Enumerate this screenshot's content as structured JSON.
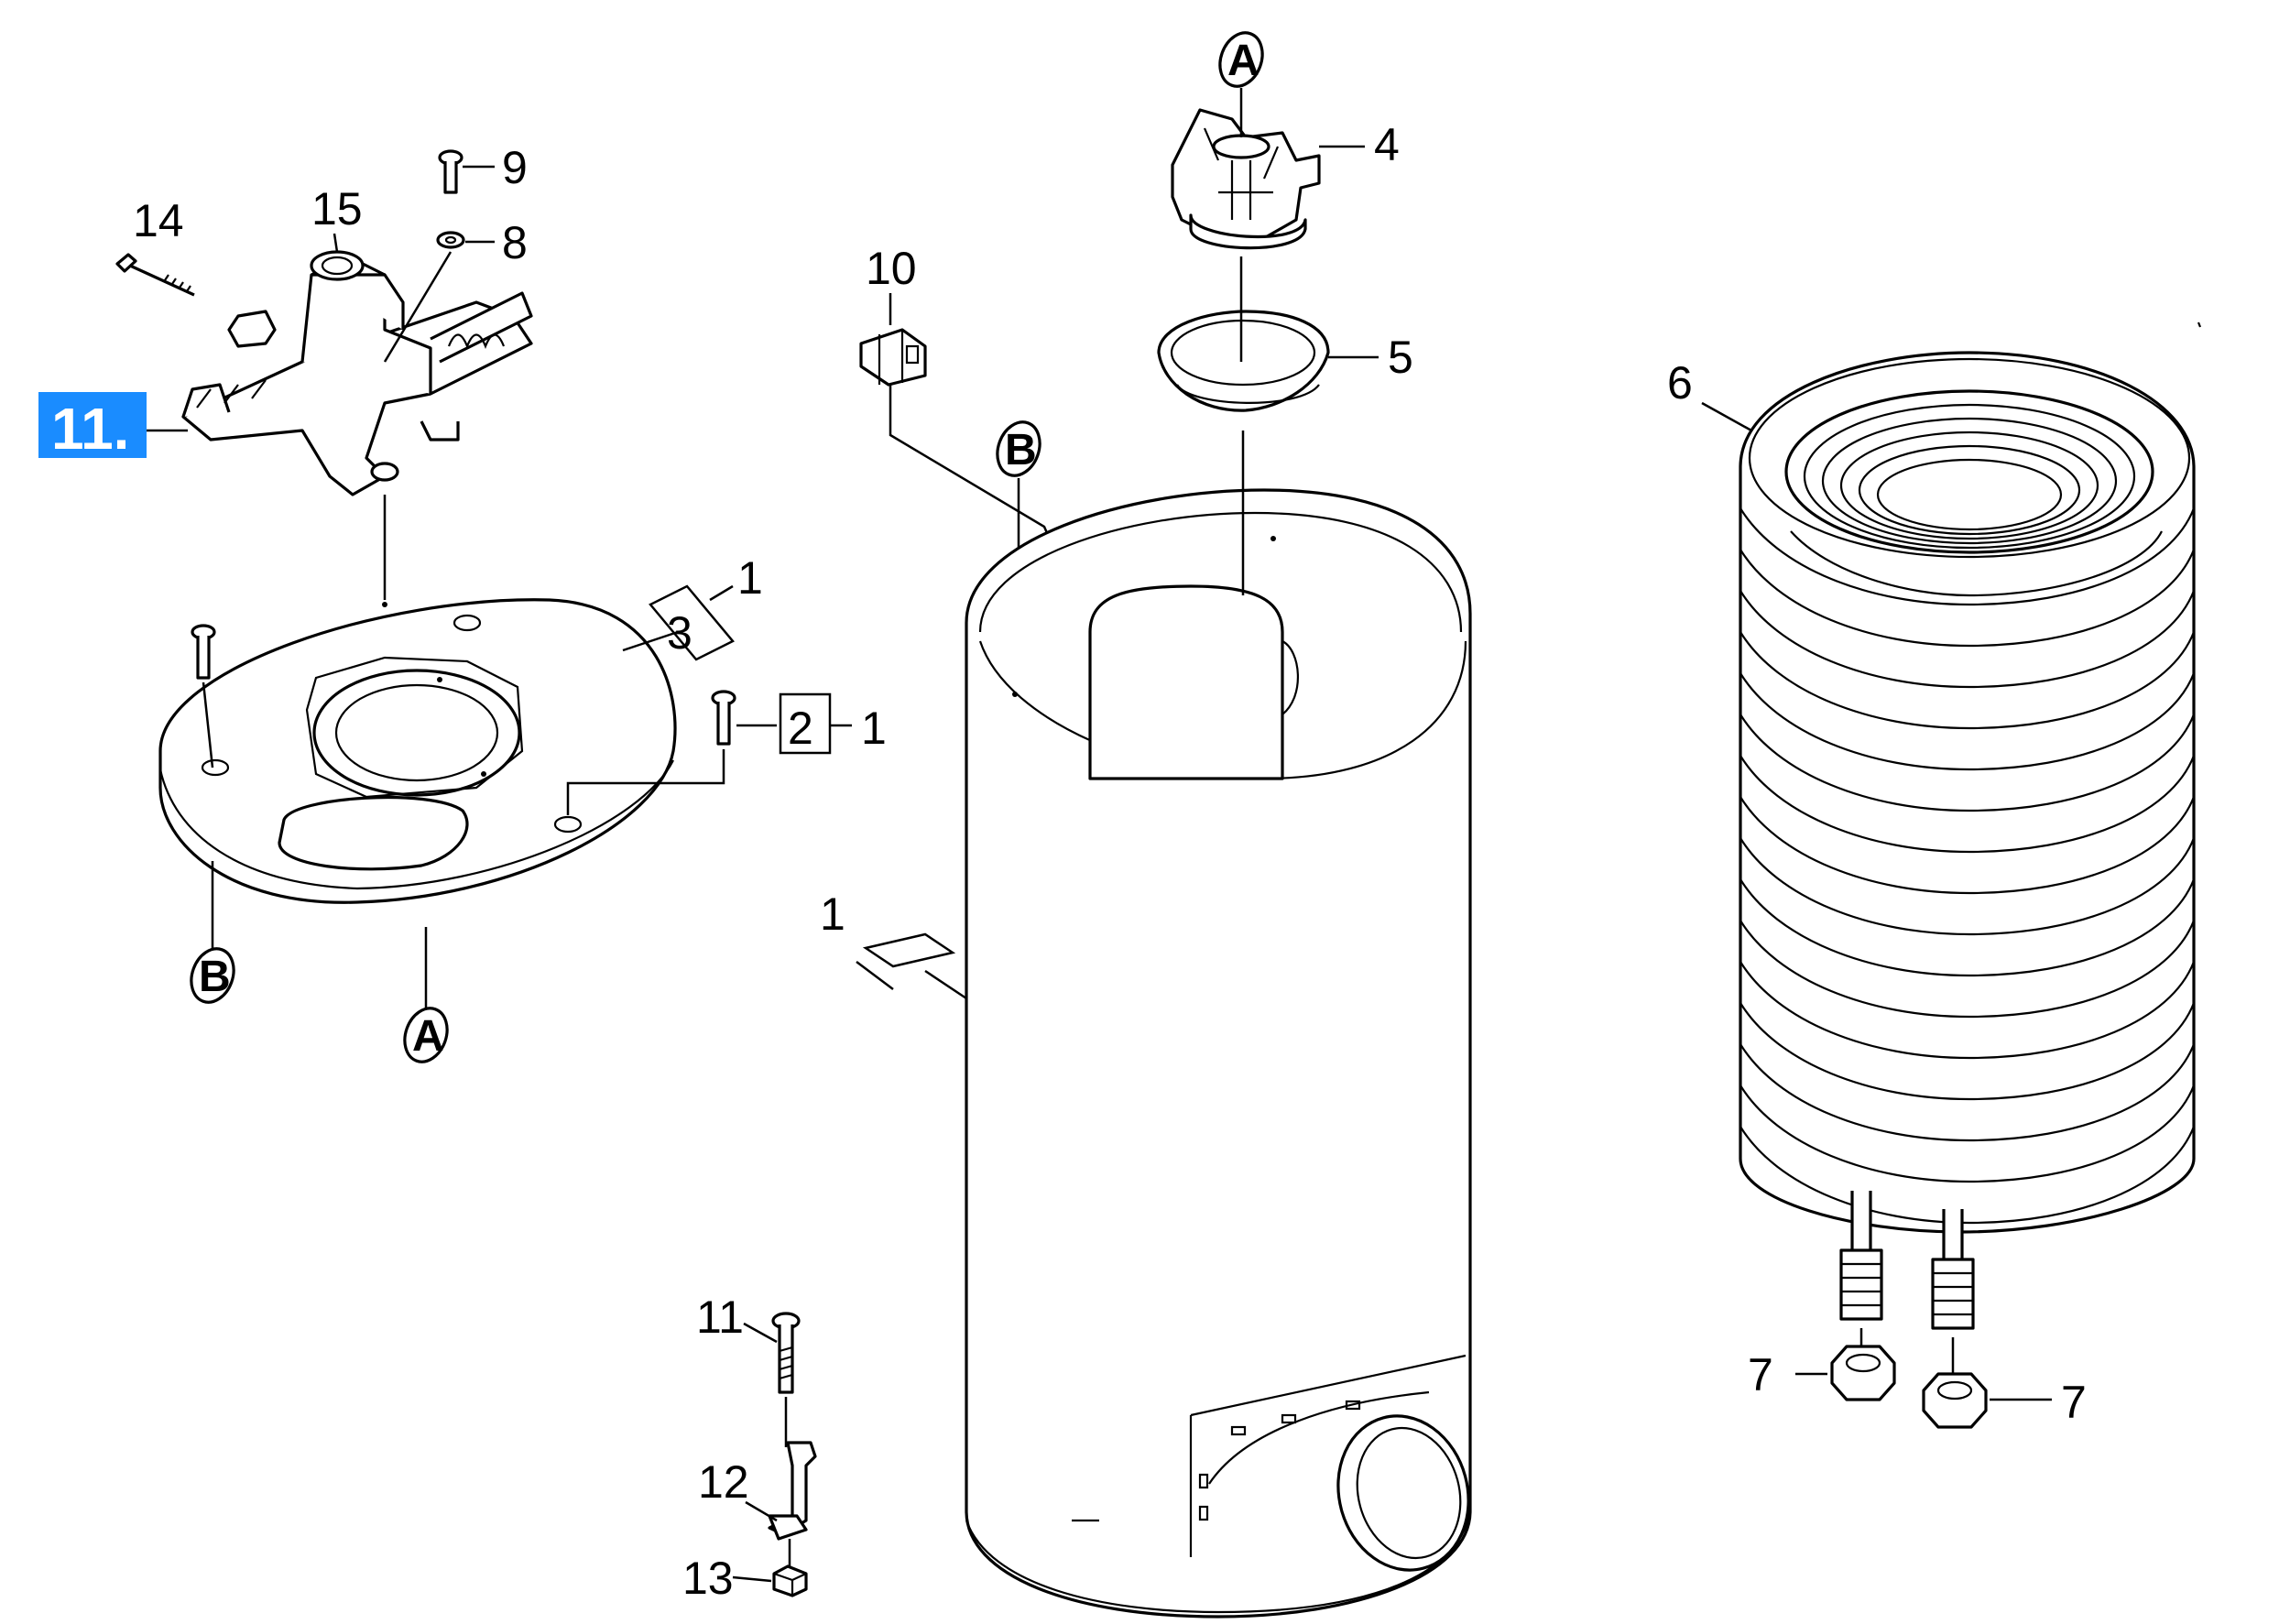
{
  "highlight": {
    "label": "11.",
    "color": "#1a8cff"
  },
  "callouts": {
    "c1_top_ring": "1",
    "c3_top_ring": "3",
    "c1_bolt": "1",
    "c2_bolt": "2",
    "c1_tank": "1",
    "c4": "4",
    "c5": "5",
    "c6": "6",
    "c7_left": "7",
    "c7_right": "7",
    "c8": "8",
    "c9": "9",
    "c10": "10",
    "c11": "11",
    "c12": "12",
    "c13": "13",
    "c14": "14",
    "c15": "15"
  },
  "references": {
    "a_top": "A",
    "a_bottom": "A",
    "b_tank": "B",
    "b_cover": "B"
  },
  "colors": {
    "line": "#000000",
    "background": "#ffffff"
  }
}
